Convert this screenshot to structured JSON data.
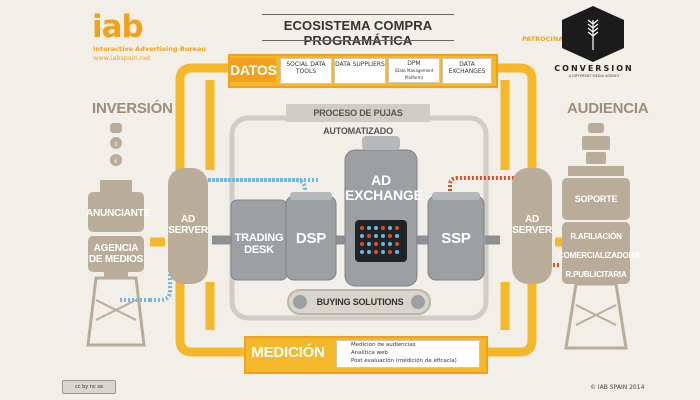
{
  "header": {
    "logo": "iab",
    "org_name": "Interactive Advertising Bureau",
    "url": "www.iabspain.net",
    "title": "ECOSISTEMA COMPRA PROGRAMÁTICA",
    "sponsor_label": "PATROCINADO POR:",
    "sponsor_name": "CONVERSION",
    "sponsor_tagline": "A DIFFERENT MEDIA AGENCY"
  },
  "datos": {
    "label": "DATOS",
    "items": [
      "SOCIAL DATA TOOLS",
      "DATA SUPPLIERS",
      "DPM",
      "DATA EXCHANGES"
    ],
    "dpm_sub": "(Data Management Platform)"
  },
  "inversion": {
    "label": "INVERSIÓN",
    "tanks": [
      "ANUNCIANTE",
      "AGENCIA DE MEDIOS"
    ]
  },
  "audiencia": {
    "label": "AUDIENCIA",
    "tanks": [
      "SOPORTE",
      "R.AFILIACIÓN",
      "COMERCIALIZADORA",
      "R.PUBLICITARIA"
    ]
  },
  "center": {
    "proceso": "PROCESO DE PUJAS AUTOMATIZADO",
    "ad_server_left": "AD SERVER",
    "ad_server_right": "AD SERVER",
    "trading_desk": "TRADING DESK",
    "dsp": "DSP",
    "ad_exchange": "AD EXCHANGE",
    "ssp": "SSP",
    "buying_solutions": "BUYING SOLUTIONS"
  },
  "medicion": {
    "label": "MEDICIÓN",
    "items": [
      "Medición de audiencias",
      "Analítica web",
      "Post evaluación (medición de eficacia)"
    ]
  },
  "footer": {
    "copyright": "© IAB SPAIN 2014",
    "license": "cc by nc sa"
  },
  "colors": {
    "pipe_yellow": "#f5b82a",
    "pipe_blue": "#6fb7dc",
    "pipe_red": "#e34b2a",
    "tank_beige": "#b9ad99",
    "tank_grey": "#9da0a2"
  }
}
